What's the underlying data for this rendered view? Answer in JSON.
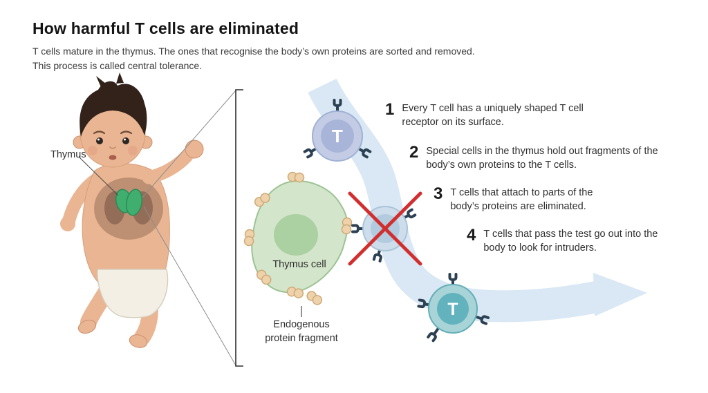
{
  "header": {
    "title": "How harmful T cells are eliminated",
    "subtitle_line1": "T cells mature in the thymus. The ones that recognise the body’s own proteins are sorted and removed.",
    "subtitle_line2": "This process is called central tolerance."
  },
  "labels": {
    "thymus": "Thymus",
    "thymus_cell": "Thymus cell",
    "endogenous_line1": "Endogenous",
    "endogenous_line2": "protein fragment",
    "t_letter": "T"
  },
  "steps": [
    {
      "number": "1",
      "text": "Every T cell has a uniquely shaped T cell receptor on its surface."
    },
    {
      "number": "2",
      "text": "Special cells in the thymus hold out fragments of the body’s own proteins to the T cells."
    },
    {
      "number": "3",
      "text": "T cells that attach to parts of the body’s proteins are eliminated."
    },
    {
      "number": "4",
      "text": "T cells that pass the test go out into the body to look for intruders."
    }
  ],
  "colors": {
    "title_text": "#141414",
    "body_text": "#2f2f2f",
    "thymus_green": "#3fae6e",
    "thymus_cell_fill": "#d3e5ca",
    "thymus_cell_nucleus": "#abd0a1",
    "t_cell_immature": "#bcc6e0",
    "t_cell_testing": "#c8dbe9",
    "t_cell_mature": "#8fc8cf",
    "receptor": "#2d4154",
    "protein_fragment": "#eed2ab",
    "flow_arrow": "#d9e8f4",
    "elimination_cross": "#d12f2f"
  }
}
